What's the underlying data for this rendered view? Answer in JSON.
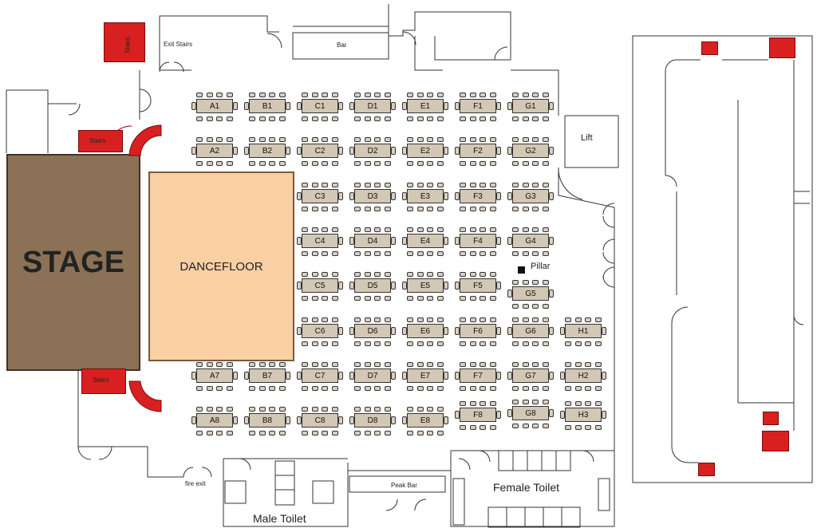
{
  "stage_label": "STAGE",
  "dancefloor_label": "DANCEFLOOR",
  "labels": {
    "exit_stairs": "Exit Stairs",
    "bar": "Bar",
    "lift": "Lift",
    "pillar": "Pillar",
    "fire_exit": "fire exit",
    "peak_bar": "Peak Bar",
    "female_toilet": "Female Toilet",
    "male_toilet": "Male Toilet",
    "stairs_top": "Stairs",
    "stairs_upper": "Stairs",
    "stairs_lower": "Stairs"
  },
  "colors": {
    "stage": "#8b7156",
    "dancefloor": "#f9cfa4",
    "stairs": "#d92020",
    "table": "#d3c7b5"
  },
  "tables": [
    "A1",
    "B1",
    "C1",
    "D1",
    "E1",
    "F1",
    "G1",
    "A2",
    "B2",
    "C2",
    "D2",
    "E2",
    "F2",
    "G2",
    "C3",
    "D3",
    "E3",
    "F3",
    "G3",
    "C4",
    "D4",
    "E4",
    "F4",
    "G4",
    "C5",
    "D5",
    "E5",
    "F5",
    "G5",
    "C6",
    "D6",
    "E6",
    "F6",
    "G6",
    "H1",
    "A7",
    "B7",
    "C7",
    "D7",
    "E7",
    "F7",
    "G7",
    "H2",
    "A8",
    "B8",
    "C8",
    "D8",
    "E8",
    "F8",
    "G8",
    "H3"
  ]
}
